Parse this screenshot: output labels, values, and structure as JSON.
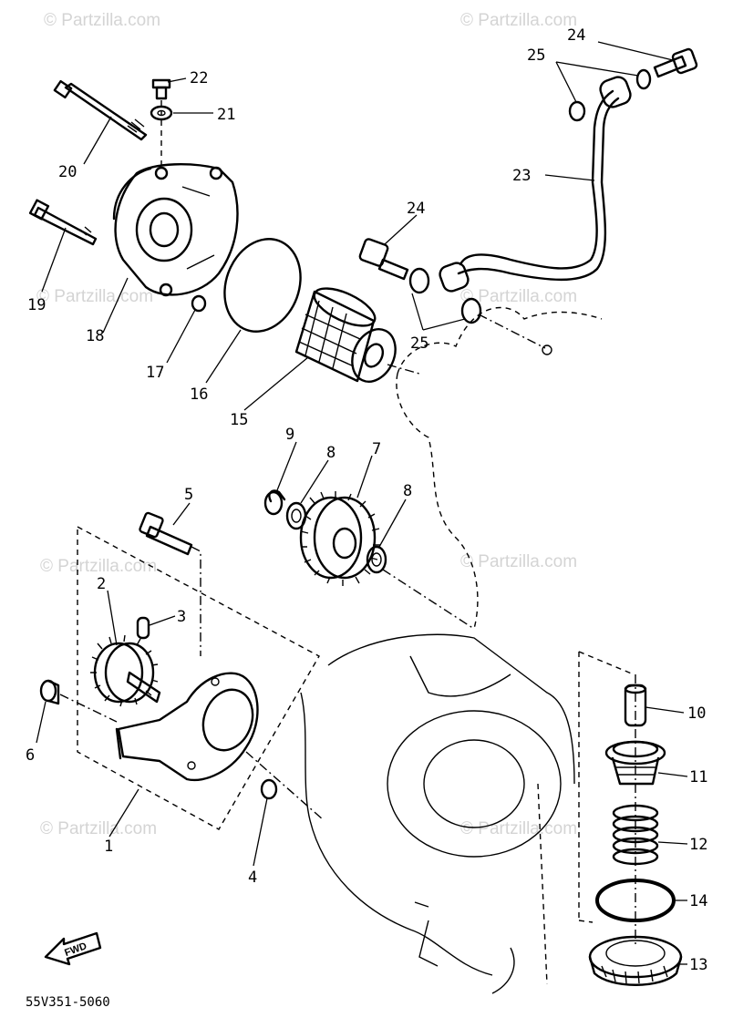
{
  "diagram": {
    "watermarks": [
      "© Partzilla.com",
      "© Partzilla.com",
      "© Partzilla.com",
      "© Partzilla.com",
      "© Partzilla.com",
      "© Partzilla.com",
      "© Partzilla.com",
      "© Partzilla.com"
    ],
    "callouts": {
      "p1": "1",
      "p2": "2",
      "p3": "3",
      "p4": "4",
      "p5": "5",
      "p6": "6",
      "p7": "7",
      "p8a": "8",
      "p8b": "8",
      "p9": "9",
      "p10": "10",
      "p11": "11",
      "p12": "12",
      "p13": "13",
      "p14": "14",
      "p15": "15",
      "p16": "16",
      "p17": "17",
      "p18": "18",
      "p19": "19",
      "p20": "20",
      "p21": "21",
      "p22": "22",
      "p23": "23",
      "p24a": "24",
      "p24b": "24",
      "p25a": "25",
      "p25b": "25"
    },
    "fwd_label": "FWD",
    "diagram_code": "55V351-5060"
  }
}
